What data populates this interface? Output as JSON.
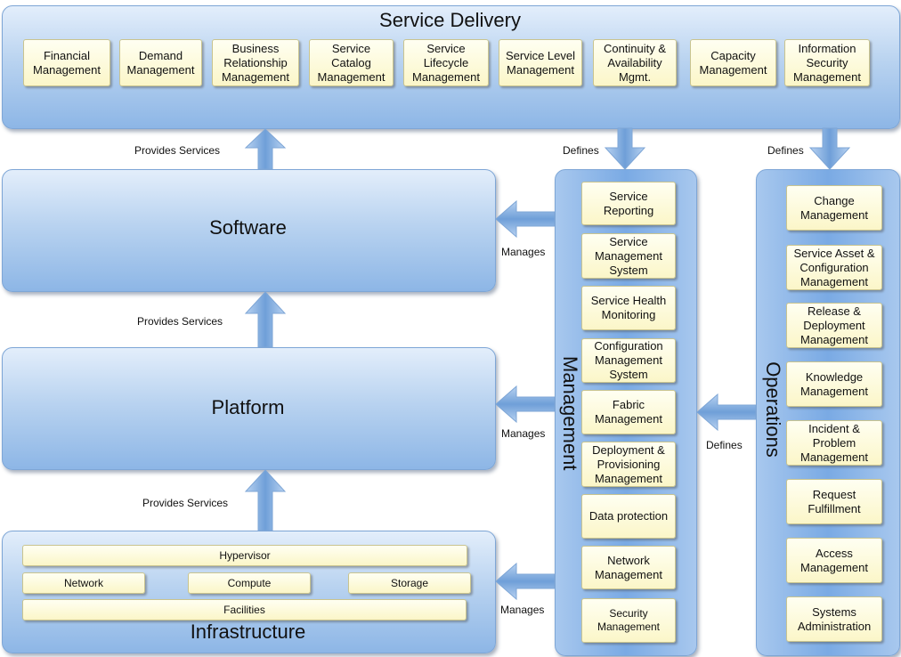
{
  "service_delivery": {
    "title": "Service Delivery",
    "items": [
      "Financial\nManagement",
      "Demand\nManagement",
      "Business\nRelationship\nManagement",
      "Service\nCatalog\nManagement",
      "Service\nLifecycle\nManagement",
      "Service Level\nManagement",
      "Continuity &\nAvailability\nMgmt.",
      "Capacity\nManagement",
      "Information\nSecurity\nManagement"
    ]
  },
  "software": {
    "title": "Software"
  },
  "platform": {
    "title": "Platform"
  },
  "infrastructure": {
    "title": "Infrastructure",
    "hypervisor": "Hypervisor",
    "network": "Network",
    "compute": "Compute",
    "storage": "Storage",
    "facilities": "Facilities"
  },
  "management": {
    "title": "Management",
    "items": [
      "Service\nReporting",
      "Service\nManagement\nSystem",
      "Service Health\nMonitoring",
      "Configuration\nManagement\nSystem",
      "Fabric\nManagement",
      "Deployment &\nProvisioning\nManagement",
      "Data protection",
      "Network\nManagement",
      "Security\nManagement"
    ]
  },
  "operations": {
    "title": "Operations",
    "items": [
      "Change\nManagement",
      "Service Asset &\nConfiguration\nManagement",
      "Release &\nDeployment\nManagement",
      "Knowledge\nManagement",
      "Incident &\nProblem\nManagement",
      "Request\nFulfillment",
      "Access\nManagement",
      "Systems\nAdministration"
    ]
  },
  "labels": {
    "provides_services": "Provides Services",
    "defines": "Defines",
    "manages": "Manages"
  },
  "colors": {
    "panel_blue": "#8db6e6",
    "item_yellow": "#fbf6c8",
    "arrow_blue": "#6f9fd8"
  }
}
